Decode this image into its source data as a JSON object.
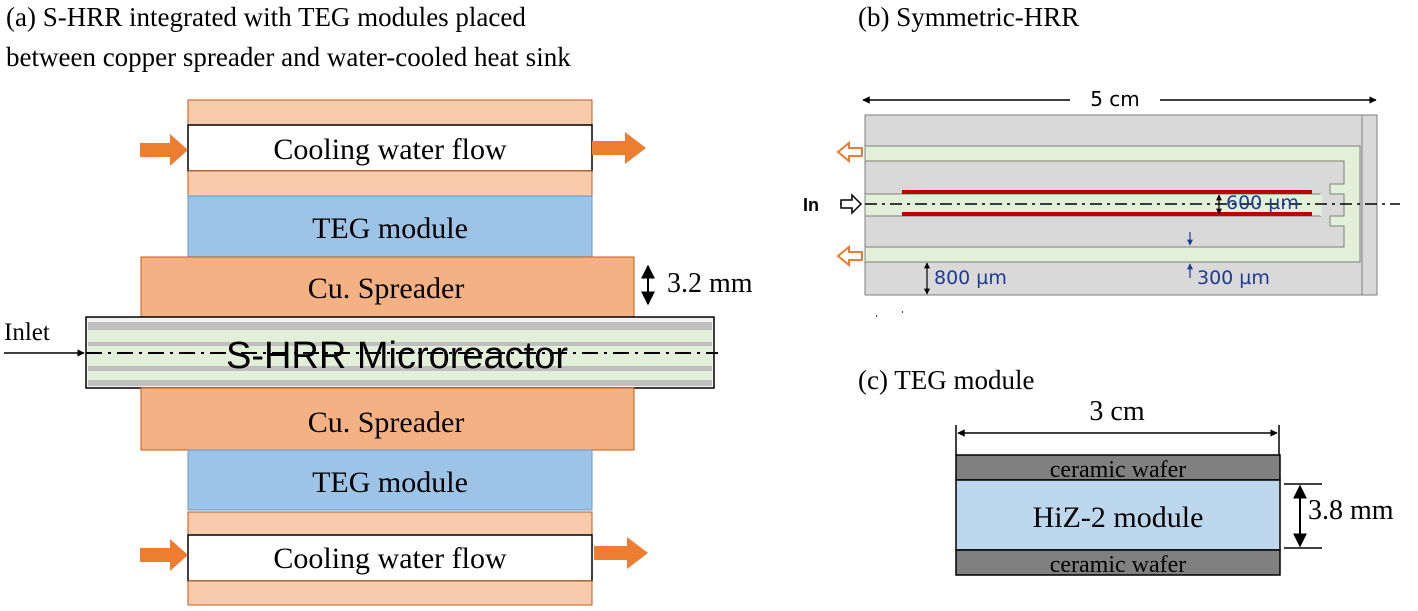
{
  "panel_a": {
    "title_line1": "(a) S-HRR integrated with TEG modules placed",
    "title_line2": "between copper spreader and water-cooled heat sink",
    "cooling_top": "Cooling water flow",
    "teg_top": "TEG module",
    "spreader_top": "Cu. Spreader",
    "thickness_label": "3.2 mm",
    "inlet_label": "Inlet",
    "reactor_label": "S-HRR Microreactor",
    "spreader_bottom": "Cu. Spreader",
    "teg_bottom": "TEG module",
    "cooling_bottom": "Cooling water flow"
  },
  "panel_b": {
    "title": "(b) Symmetric-HRR",
    "width_label": "5 cm",
    "in_label": "In",
    "channel_label": "600 µm",
    "wall_label": "800 µm",
    "gap_label": "300 µm"
  },
  "panel_c": {
    "title": "(c) TEG module",
    "width_label": "3 cm",
    "top_layer": "ceramic wafer",
    "core_label": "HiZ-2 module",
    "bottom_layer": "ceramic wafer",
    "thickness_label": "3.8 mm"
  },
  "colors": {
    "copper": "#f4b183",
    "copper_light": "#f8cbad",
    "teg_blue": "#9dc3e6",
    "arrow_orange": "#ed7d31",
    "red_wall": "#c00000",
    "gray_block": "#d9d9d9",
    "ceramic": "#808080",
    "hiz_blue": "#bdd7ee",
    "channel_green": "#e2f0d9",
    "label_blue": "#1f3a93"
  }
}
